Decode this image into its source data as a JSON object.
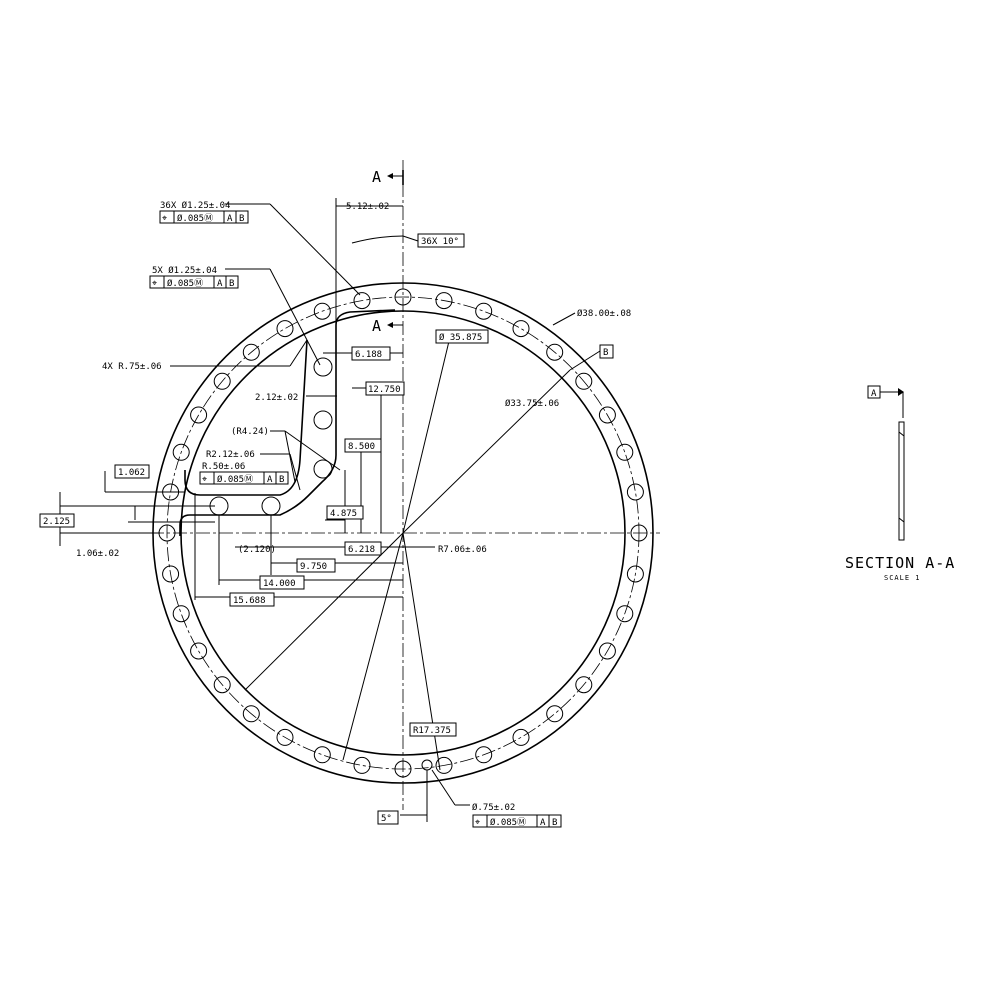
{
  "section_marks": {
    "top": "A",
    "inner": "A"
  },
  "labels": {
    "holes36": "36X Ø1.25±.04",
    "holes5": "5X Ø1.25±.04",
    "fcf_pos": "⌖",
    "fcf_tol": "Ø.085Ⓜ",
    "datum_a": "A",
    "datum_b": "B",
    "d512": "5.12±.02",
    "ang36": "36X 10°",
    "od": "Ø38.00±.08",
    "d35875": "Ø 35.875",
    "id": "Ø33.75±.06",
    "r4x": "4X R.75±.06",
    "d6188": "6.188",
    "d212": "2.12±.02",
    "d12750": "12.750",
    "r424": "(R4.24)",
    "d8500": "8.500",
    "r212": "R2.12±.06",
    "r050": "R.50±.06",
    "d1062": "1.062",
    "d2125": "2.125",
    "d4875": "4.875",
    "d106": "1.06±.02",
    "d2120": "(2.120)",
    "d6218": "6.218",
    "r706": "R7.06±.06",
    "d9750": "9.750",
    "d14000": "14.000",
    "d15688": "15.688",
    "r17375": "R17.375",
    "ang5": "5°",
    "hole075": "Ø.75±.02",
    "datum_a_box": "A",
    "datum_b_box": "B"
  },
  "section_view": {
    "title": "SECTION A-A",
    "scale": "SCALE 1"
  }
}
